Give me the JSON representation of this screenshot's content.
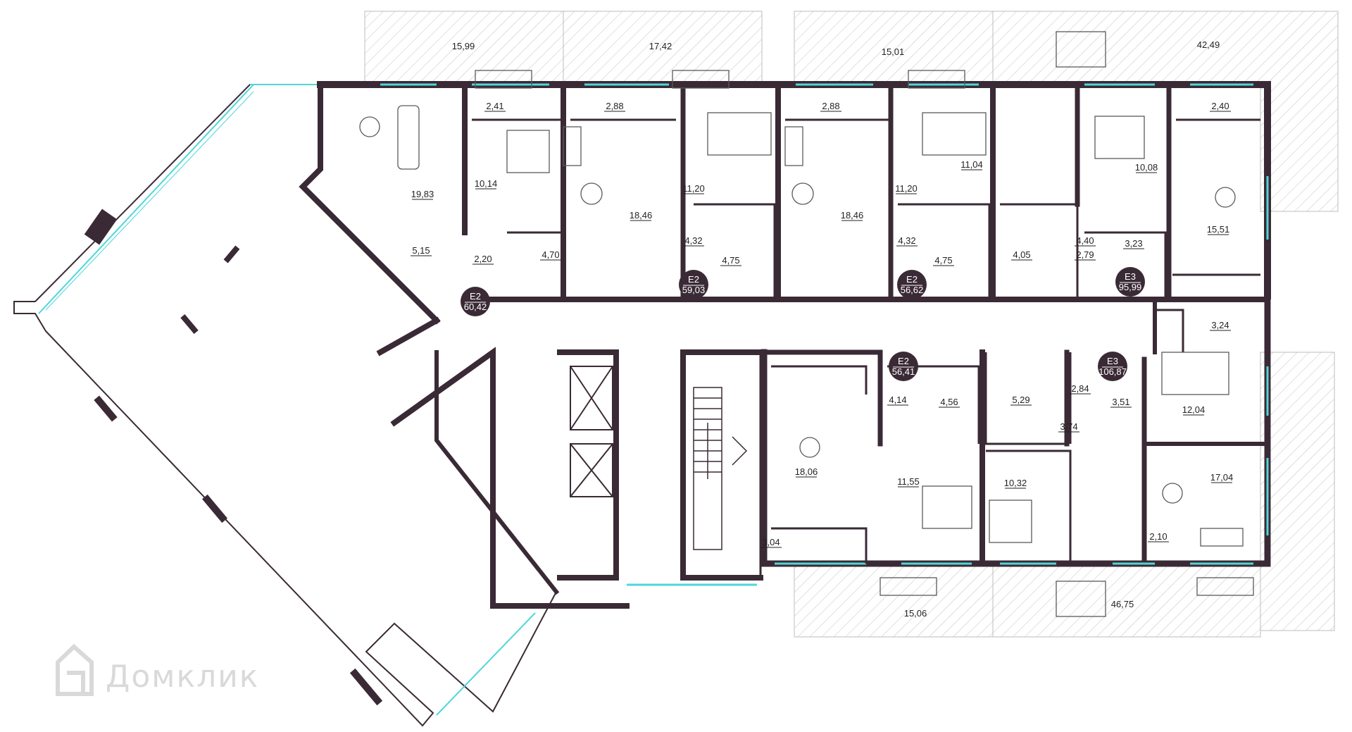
{
  "colors": {
    "wall": "#3a2a35",
    "window": "#4fd6d9",
    "terrace_hatch": "#b9b9b9",
    "furniture": "#5a5a5a",
    "label": "#231f20",
    "watermark": "#d9d9d9"
  },
  "terrace_areas": [
    "15,99",
    "17,42",
    "15,01",
    "42,49",
    "15,06",
    "46,75"
  ],
  "room_areas": [
    "2,41",
    "2,88",
    "2,88",
    "2,40",
    "19,83",
    "10,14",
    "18,46",
    "11,20",
    "18,46",
    "11,20",
    "11,04",
    "10,08",
    "4,32",
    "4,32",
    "4,40",
    "15,51",
    "5,15",
    "2,20",
    "4,70",
    "4,75",
    "4,75",
    "4,05",
    "2,79",
    "3,23",
    "3,24",
    "4,56",
    "5,29",
    "2,84",
    "3,51",
    "12,04",
    "4,14",
    "3,74",
    "18,06",
    "11,55",
    "10,32",
    "17,04",
    "3,04",
    "2,10"
  ],
  "apartments": [
    {
      "type": "E2",
      "area": "60,42"
    },
    {
      "type": "E2",
      "area": "59,03"
    },
    {
      "type": "E2",
      "area": "56,62"
    },
    {
      "type": "E3",
      "area": "95,99"
    },
    {
      "type": "E2",
      "area": "56,41"
    },
    {
      "type": "E3",
      "area": "106,87"
    }
  ],
  "watermark": {
    "text": "Домклик",
    "icon": "house-logo-icon"
  }
}
